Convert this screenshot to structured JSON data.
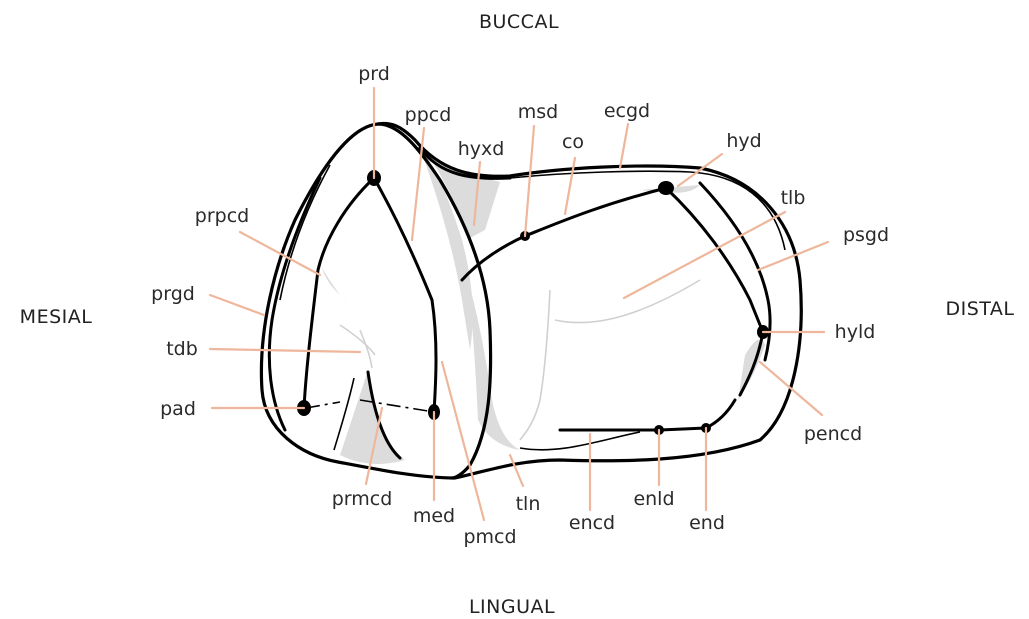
{
  "orientation": {
    "top": "BUCCAL",
    "bottom": "LINGUAL",
    "left": "MESIAL",
    "right": "DISTAL"
  },
  "labels": {
    "prd": "prd",
    "ppcd": "ppcd",
    "hyxd": "hyxd",
    "msd": "msd",
    "co": "co",
    "ecgd": "ecgd",
    "hyd": "hyd",
    "tlb": "tlb",
    "psgd": "psgd",
    "hyld": "hyld",
    "pencd": "pencd",
    "end": "end",
    "enld": "enld",
    "encd": "encd",
    "tln": "tln",
    "pmcd": "pmcd",
    "med": "med",
    "prmcd": "prmcd",
    "pad": "pad",
    "tdb": "tdb",
    "prgd": "prgd",
    "prpcd": "prpcd"
  },
  "colors": {
    "leader": "#eeb79c",
    "outline": "#000000",
    "shading": "#dcdcdc",
    "text": "#2b2b2b"
  }
}
